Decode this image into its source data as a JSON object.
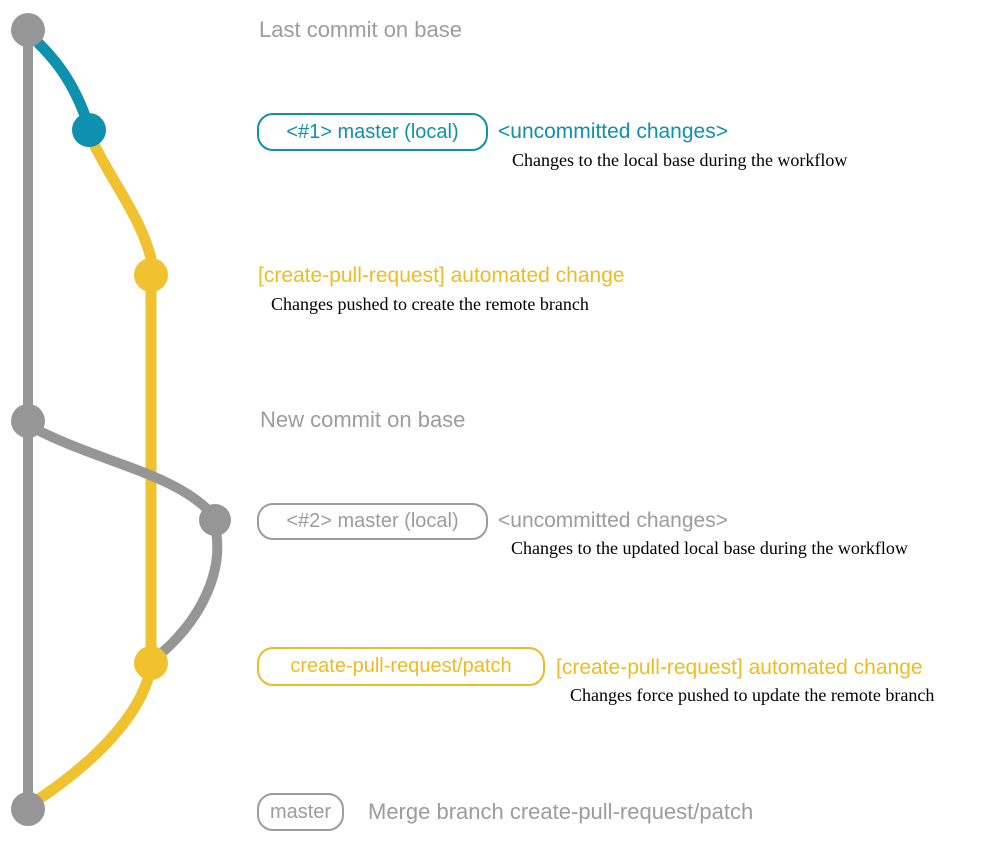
{
  "colors": {
    "teal": "#0E90AE",
    "gold": "#F0BB22",
    "gold-graph": "#F0C230",
    "gray": "#9C9C9C",
    "gray-graph": "#969696",
    "text": "#000000"
  },
  "graph": {
    "type": "git-commit-graph",
    "nodes": [
      {
        "name": "last-commit-on-base",
        "color": "gray"
      },
      {
        "name": "uncommitted-changes-1",
        "color": "teal"
      },
      {
        "name": "create-pull-request-commit-1",
        "color": "gold"
      },
      {
        "name": "new-commit-on-base",
        "color": "gray"
      },
      {
        "name": "uncommitted-changes-2",
        "color": "gray"
      },
      {
        "name": "create-pull-request-commit-2",
        "color": "gold"
      },
      {
        "name": "merge-commit",
        "color": "gray"
      }
    ]
  },
  "annotations": {
    "last_commit": {
      "label": "Last commit on base"
    },
    "uncommitted_1": {
      "badge": "<#1> master (local)",
      "title": "<uncommitted changes>",
      "desc": "Changes to the local base during the workflow"
    },
    "automated_1": {
      "title": "[create-pull-request] automated change",
      "desc": "Changes pushed to create the remote branch"
    },
    "new_commit": {
      "label": "New commit on base"
    },
    "uncommitted_2": {
      "badge": "<#2> master (local)",
      "title": "<uncommitted changes>",
      "desc": "Changes to the updated local base during the workflow"
    },
    "automated_2": {
      "badge": "create-pull-request/patch",
      "title": "[create-pull-request] automated change",
      "desc": "Changes force pushed to update the remote branch"
    },
    "merge": {
      "badge": "master",
      "label": "Merge branch create-pull-request/patch"
    }
  }
}
